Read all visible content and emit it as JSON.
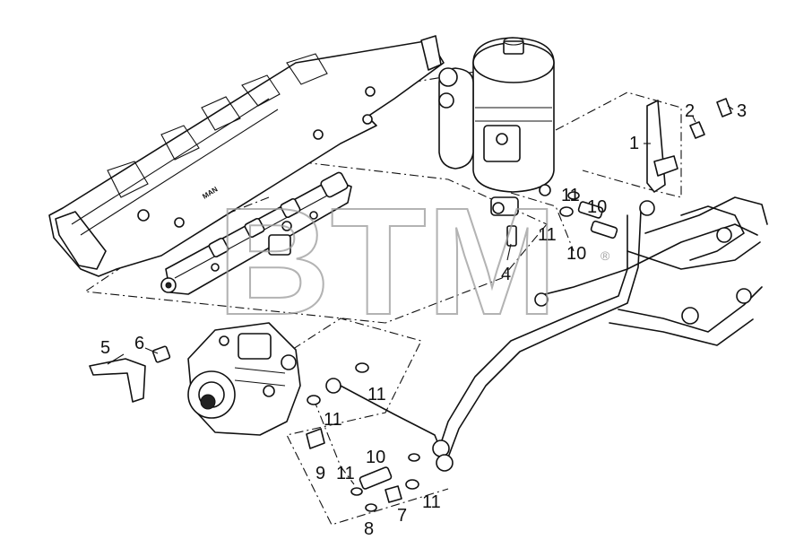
{
  "watermark": {
    "text": "BTM",
    "registered_mark": "®"
  },
  "manifold_stamp": "MAN",
  "callouts": {
    "c1": "1",
    "c2": "2",
    "c3": "3",
    "c4": "4",
    "c5": "5",
    "c6": "6",
    "c7": "7",
    "c8": "8",
    "c9": "9",
    "c10_top": "10",
    "c10_mid": "10",
    "c10_bot": "10",
    "c11_a": "11",
    "c11_b": "11",
    "c11_c": "11",
    "c11_d": "11",
    "c11_e": "11",
    "c11_f": "11"
  }
}
